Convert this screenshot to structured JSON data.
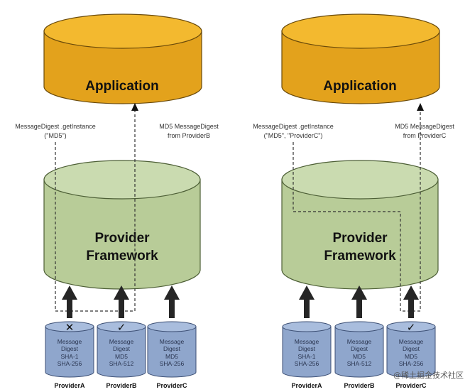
{
  "colors": {
    "application_fill": "#e3a21c",
    "application_top": "#f3b92f",
    "framework_fill": "#b8cc98",
    "framework_top": "#cadbb0",
    "provider_fill": "#8fa6cc",
    "provider_top": "#a9bddd",
    "arrow": "#262626",
    "path_line": "#333333"
  },
  "left_panel": {
    "application_label": "Application",
    "framework_label_line1": "Provider",
    "framework_label_line2": "Framework",
    "call_note_line1": "MessageDigest .getInstance",
    "call_note_line2": "(\"MD5\")",
    "return_note_line1": "MD5 MessageDigest",
    "return_note_line2": "from ProviderB",
    "providers": [
      {
        "name": "ProviderA",
        "line1": "Message",
        "line2": "Digest",
        "line3": "SHA-1",
        "line4": "SHA-256",
        "mark": "✕"
      },
      {
        "name": "ProviderB",
        "line1": "Message",
        "line2": "Digest",
        "line3": "MD5",
        "line4": "SHA-512",
        "mark": "✓"
      },
      {
        "name": "ProviderC",
        "line1": "Message",
        "line2": "Digest",
        "line3": "MD5",
        "line4": "SHA-256",
        "mark": ""
      }
    ]
  },
  "right_panel": {
    "application_label": "Application",
    "framework_label_line1": "Provider",
    "framework_label_line2": "Framework",
    "call_note_line1": "MessageDigest .getInstance",
    "call_note_line2": "(\"MD5\", \"ProviderC\")",
    "return_note_line1": "MD5 MessageDigest",
    "return_note_line2": "from ProviderC",
    "providers": [
      {
        "name": "ProviderA",
        "line1": "Message",
        "line2": "Digest",
        "line3": "SHA-1",
        "line4": "SHA-256",
        "mark": ""
      },
      {
        "name": "ProviderB",
        "line1": "Message",
        "line2": "Digest",
        "line3": "MD5",
        "line4": "SHA-512",
        "mark": ""
      },
      {
        "name": "ProviderC",
        "line1": "Message",
        "line2": "Digest",
        "line3": "MD5",
        "line4": "SHA-256",
        "mark": "✓"
      }
    ]
  },
  "watermark": "@稀土掘金技术社区"
}
